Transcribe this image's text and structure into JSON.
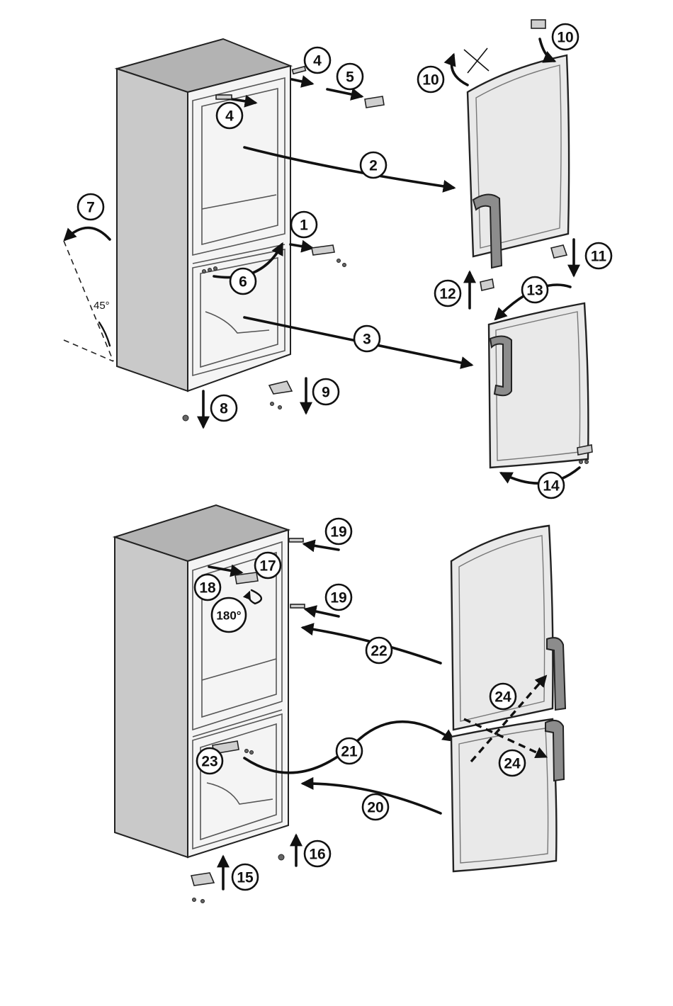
{
  "diagram": {
    "steps_top": [
      "1",
      "2",
      "3",
      "4",
      "4",
      "5",
      "6",
      "7",
      "8",
      "9",
      "10",
      "10",
      "11",
      "12",
      "13",
      "14"
    ],
    "steps_bottom": [
      "15",
      "16",
      "17",
      "18",
      "19",
      "19",
      "20",
      "21",
      "22",
      "23",
      "24",
      "24"
    ],
    "tilt_angle_label": "45°",
    "rotation_label": "180°"
  }
}
